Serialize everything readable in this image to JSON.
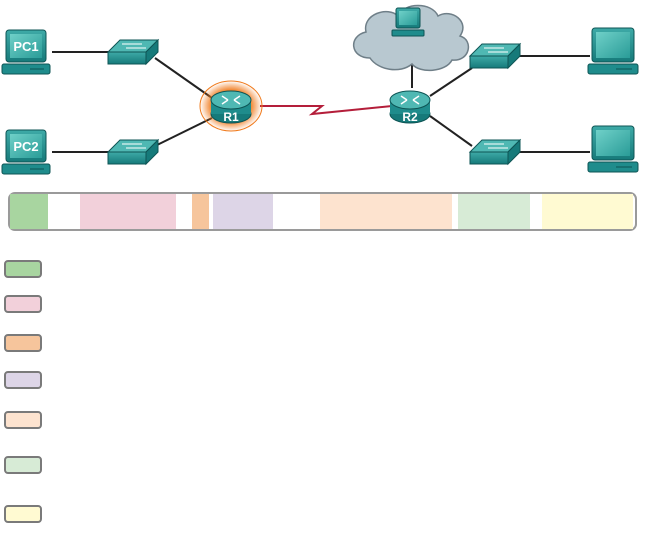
{
  "devices": {
    "pc1": {
      "label": "PC1"
    },
    "pc2": {
      "label": "PC2"
    },
    "r1": {
      "label": "R1",
      "highlight_color": "#f07a1c"
    },
    "r2": {
      "label": "R2"
    }
  },
  "colors": {
    "device_teal": "#1f8c8c",
    "device_light": "#4fb8b3",
    "wan_link": "#b41e3a",
    "cable": "#222222",
    "cloud": "#b8c8d0"
  },
  "frame_bar": {
    "segments": [
      {
        "name": "segment-1",
        "color": "#a8d5a0"
      },
      {
        "name": "segment-2",
        "color": "#ffffff"
      },
      {
        "name": "segment-3",
        "color": "#f2d0da"
      },
      {
        "name": "segment-4",
        "color": "#ffffff"
      },
      {
        "name": "segment-5",
        "color": "#f6c59c"
      },
      {
        "name": "segment-6",
        "color": "#ffffff"
      },
      {
        "name": "segment-7",
        "color": "#ddd5e7"
      },
      {
        "name": "segment-8",
        "color": "#ffffff"
      },
      {
        "name": "segment-9",
        "color": "#fde3cf"
      },
      {
        "name": "segment-10",
        "color": "#ffffff"
      },
      {
        "name": "segment-11",
        "color": "#d7ebd6"
      },
      {
        "name": "segment-12",
        "color": "#ffffff"
      },
      {
        "name": "segment-13",
        "color": "#fffad2"
      }
    ]
  },
  "legend": [
    {
      "color": "#a8d5a0"
    },
    {
      "color": "#f2d0da"
    },
    {
      "color": "#f6c59c"
    },
    {
      "color": "#ddd5e7"
    },
    {
      "color": "#fde3cf"
    },
    {
      "color": "#d7ebd6"
    },
    {
      "color": "#fffad2"
    }
  ]
}
